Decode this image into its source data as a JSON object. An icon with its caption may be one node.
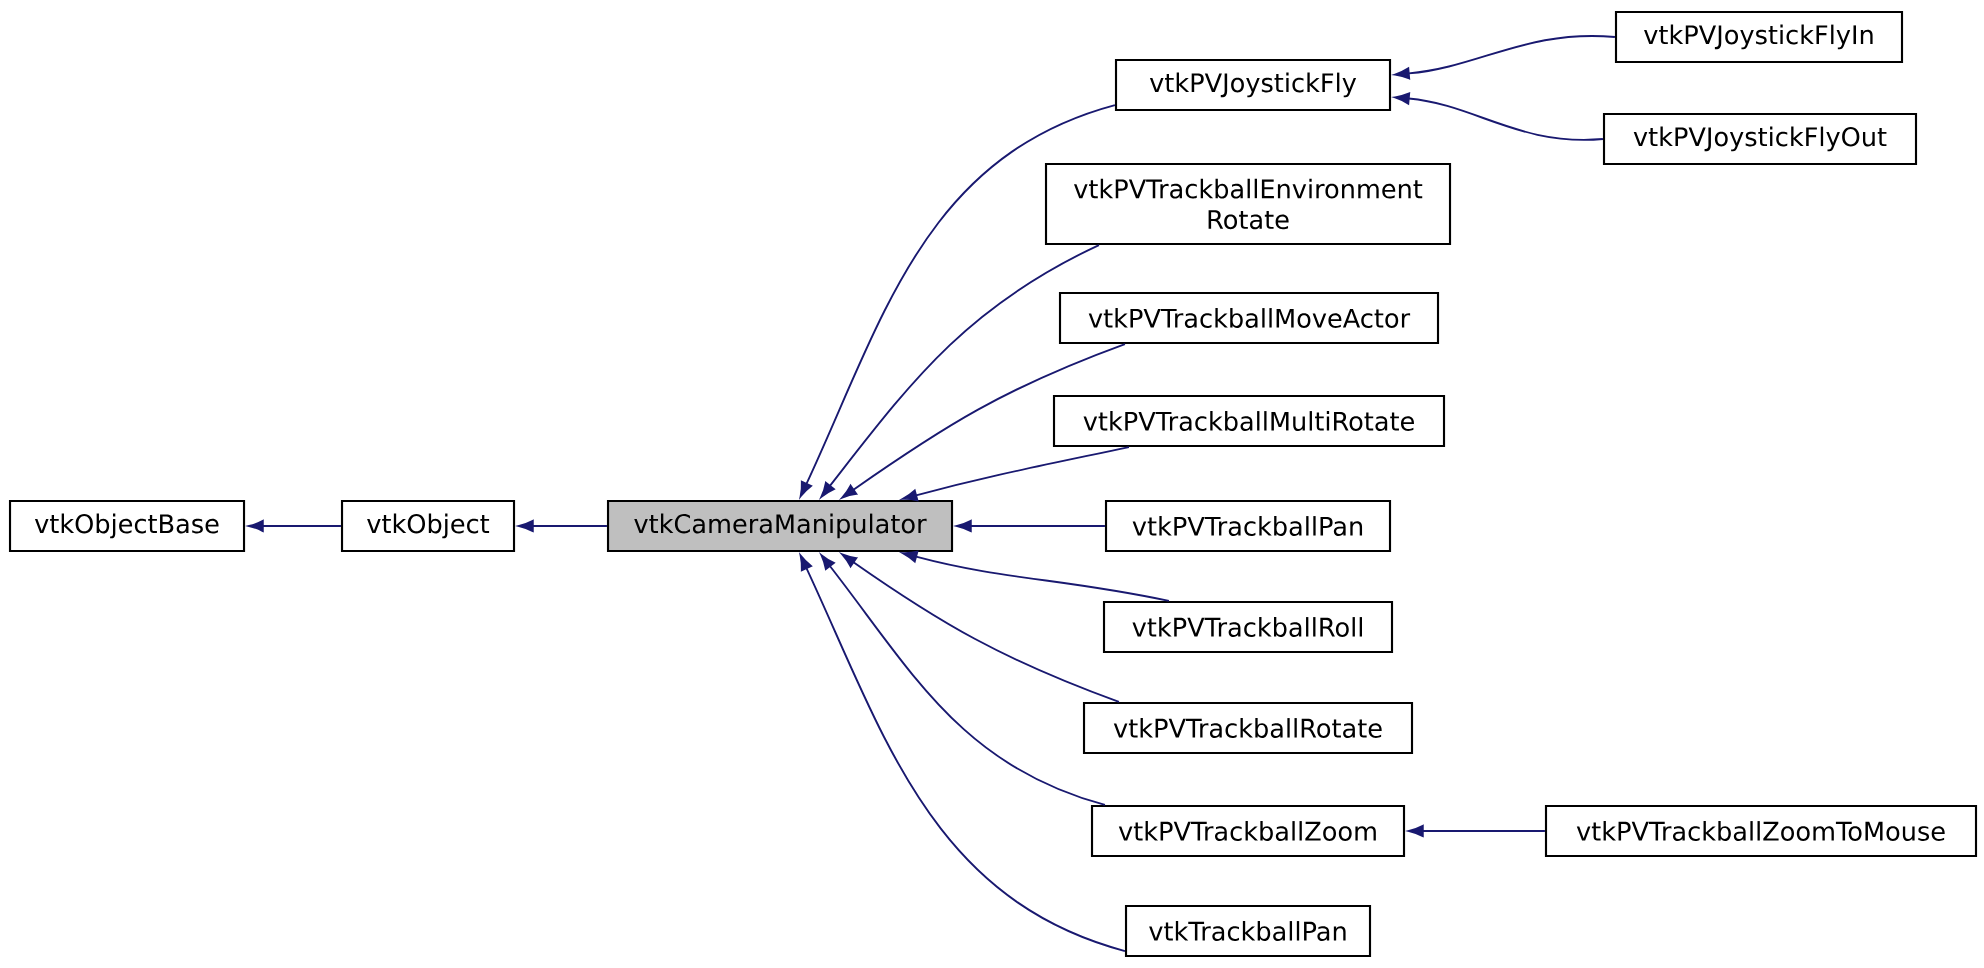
{
  "diagram": {
    "nodes": [
      {
        "text": [
          "vtkObjectBase"
        ]
      },
      {
        "text": [
          "vtkObject"
        ]
      },
      {
        "text": [
          "vtkCameraManipulator"
        ]
      },
      {
        "text": [
          "vtkPVJoystickFly"
        ]
      },
      {
        "text": [
          "vtkPVJoystickFlyIn"
        ]
      },
      {
        "text": [
          "vtkPVJoystickFlyOut"
        ]
      },
      {
        "text": [
          "vtkPVTrackballEnvironment Rotate"
        ]
      },
      {
        "text": [
          "vtkPVTrackballMoveActor"
        ]
      },
      {
        "text": [
          "vtkPVTrackballMultiRotate"
        ]
      },
      {
        "text": [
          "vtkPVTrackballPan"
        ]
      },
      {
        "text": [
          "vtkPVTrackballRoll"
        ]
      },
      {
        "text": [
          "vtkPVTrackballRotate"
        ]
      },
      {
        "text": [
          "vtkPVTrackballZoom"
        ]
      },
      {
        "text": [
          "vtkPVTrackballZoomToMouse"
        ]
      },
      {
        "text": [
          "vtkTrackballPan"
        ]
      }
    ],
    "edges": [
      {
        "from": 1,
        "to": 0,
        "arrow": "to"
      },
      {
        "from": 2,
        "to": 1,
        "arrow": "to"
      },
      {
        "from": 3,
        "to": 2,
        "arrow": "to"
      },
      {
        "from": 6,
        "to": 2,
        "arrow": "to"
      },
      {
        "from": 7,
        "to": 2,
        "arrow": "to"
      },
      {
        "from": 8,
        "to": 2,
        "arrow": "to"
      },
      {
        "from": 9,
        "to": 2,
        "arrow": "to"
      },
      {
        "from": 10,
        "to": 2,
        "arrow": "to"
      },
      {
        "from": 11,
        "to": 2,
        "arrow": "to"
      },
      {
        "from": 12,
        "to": 2,
        "arrow": "to"
      },
      {
        "from": 14,
        "to": 2,
        "arrow": "to"
      },
      {
        "from": 4,
        "to": 3,
        "arrow": "to"
      },
      {
        "from": 5,
        "to": 3,
        "arrow": "to"
      },
      {
        "from": 13,
        "to": 12,
        "arrow": "to"
      }
    ]
  }
}
